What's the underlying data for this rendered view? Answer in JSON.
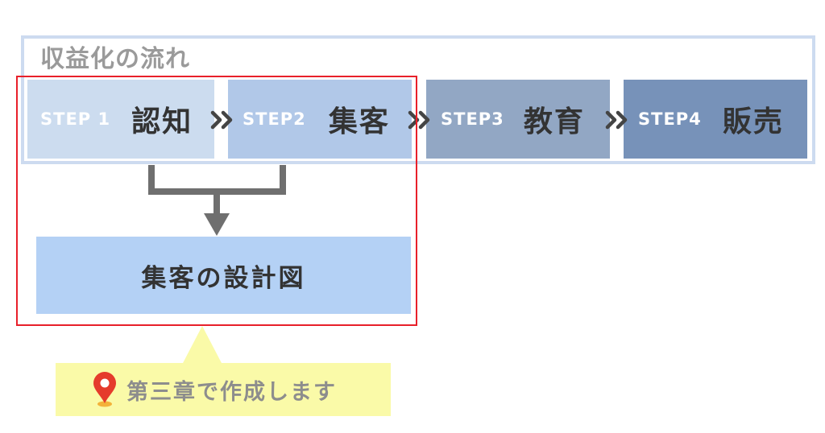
{
  "flow": {
    "title": "収益化の流れ",
    "steps": [
      {
        "label": "STEP 1",
        "name": "認知",
        "color": "#ccdcef"
      },
      {
        "label": "STEP2",
        "name": "集客",
        "color": "#b1c8e8"
      },
      {
        "label": "STEP3",
        "name": "教育",
        "color": "#92a7c4"
      },
      {
        "label": "STEP4",
        "name": "販売",
        "color": "#7792b9"
      }
    ],
    "arrow_glyph": "chevron-double-right-icon"
  },
  "highlight": {
    "border_color": "#e8202a"
  },
  "design": {
    "label": "集客の設計図",
    "color": "#b4d1f5"
  },
  "callout": {
    "text": "第三章で作成します",
    "icon": "location-pin-icon",
    "color": "#fafaa8"
  }
}
